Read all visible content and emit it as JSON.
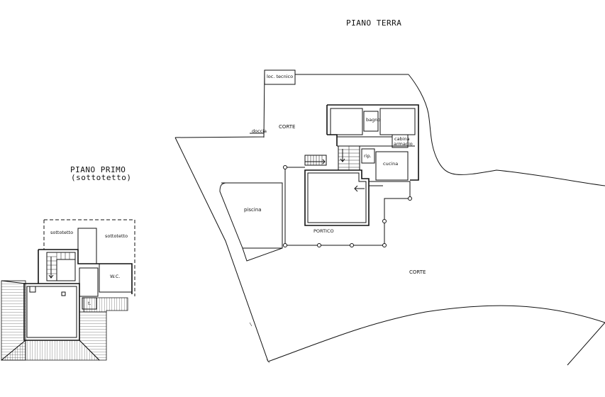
{
  "titles": {
    "ground_floor": "PIANO TERRA",
    "first_floor_line1": "PIANO PRIMO",
    "first_floor_line2": "(sottotetto)"
  },
  "rooms": {
    "loc_tecnico": "loc. tecnico",
    "doccia": "doccia",
    "corte_top": "CORTE",
    "bagno": "bagno",
    "cabina_line1": "cabina",
    "cabina_line2": "armadio",
    "rip": "rip.",
    "cucina": "cucina",
    "piscina": "piscina",
    "portico": "PORTICO",
    "corte_bottom": "CORTE",
    "sottotetto_left": "sottotetto",
    "sottotetto_right": "sottotetto",
    "wc": "W.C.",
    "t": "t."
  }
}
